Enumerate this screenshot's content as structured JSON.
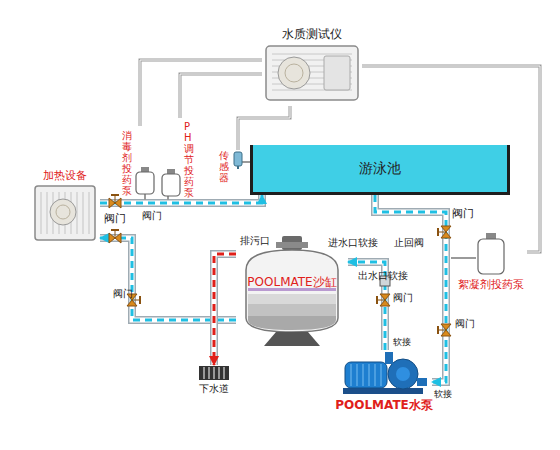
{
  "diagram": {
    "nodes": [
      {
        "text": [
          "水质测试仪"
        ]
      },
      {
        "text": [
          "消毒剂投药泵"
        ]
      },
      {
        "text": [
          "PH调节投药泵"
        ]
      },
      {
        "text": [
          "传感器"
        ]
      },
      {
        "text": [
          "游泳池"
        ]
      },
      {
        "text": [
          "加热设备"
        ]
      },
      {
        "text": [
          "POOLMATE沙缸"
        ]
      },
      {
        "text": [
          "絮凝剂投药泵"
        ]
      },
      {
        "text": [
          "下水道"
        ]
      },
      {
        "text": [
          "POOLMATE水泵"
        ]
      }
    ],
    "edges": [
      {
        "from": 0,
        "to": 1,
        "arrow": "none"
      },
      {
        "from": 0,
        "to": 2,
        "arrow": "none"
      },
      {
        "from": 0,
        "to": 3,
        "arrow": "none"
      },
      {
        "from": 0,
        "to": 7,
        "arrow": "none"
      },
      {
        "from": 4,
        "to": 9,
        "arrow": "to"
      },
      {
        "from": 9,
        "to": 6,
        "arrow": "to"
      },
      {
        "from": 6,
        "to": 5,
        "arrow": "to"
      },
      {
        "from": 5,
        "to": 4,
        "arrow": "to"
      },
      {
        "from": 6,
        "to": 8,
        "arrow": "to"
      }
    ],
    "labels": [
      "阀门",
      "阀门",
      "阀门",
      "阀门",
      "阀门",
      "阀门",
      "排污口",
      "进水口软接",
      "止回阀",
      "出水口软接",
      "软接",
      "软接"
    ]
  }
}
